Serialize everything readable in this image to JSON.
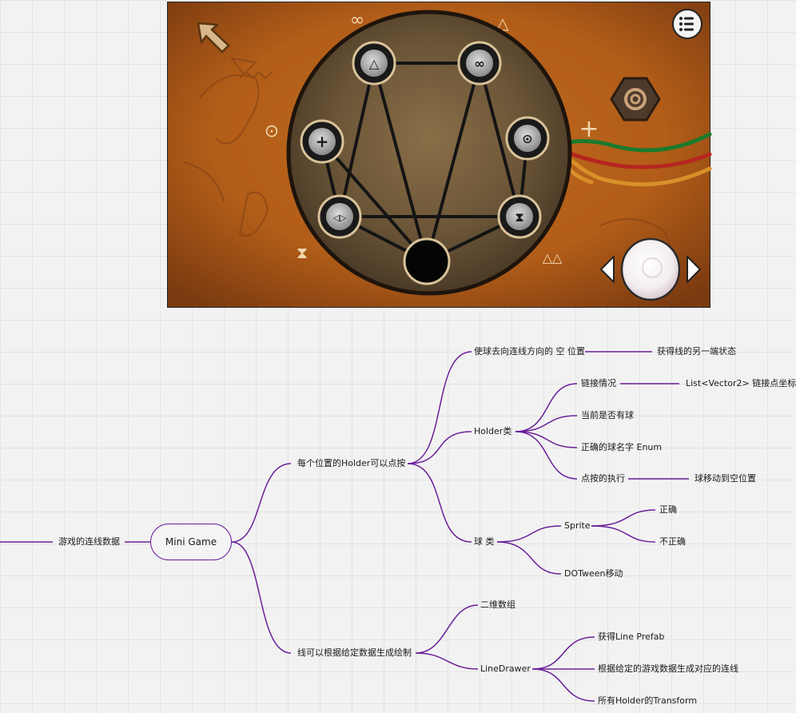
{
  "game": {
    "holder_icons": [
      "△",
      "∞",
      "+",
      "⊙",
      "◁▷",
      "⧗",
      ""
    ],
    "doodle_symbols": [
      "∞",
      "△",
      "⊙",
      "+",
      "⧗",
      "△△"
    ],
    "menu_icon": "list-menu-icon",
    "back_icon": "arrow-back-icon",
    "gear_icon": "gear-icon",
    "nav_left_icon": "triangle-left-icon",
    "nav_right_icon": "triangle-right-icon",
    "colors": {
      "background": "#c0651a",
      "disc": "#6e5a3e",
      "wire_green": "#1c7a2c",
      "wire_red": "#b5261e",
      "wire_orange": "#d8902a"
    }
  },
  "mindmap": {
    "incoming": "游戏的连线数据",
    "root": "Mini Game",
    "branch_holder_tap": "每个位置的Holder可以点按",
    "ball_move_empty": "使球去向连线方向的 空 位置",
    "get_line_other_end": "获得线的另一端状态",
    "holder_class": "Holder类",
    "link_status": "链接情况",
    "link_points": "List<Vector2> 链接点坐标",
    "has_ball": "当前是否有球",
    "ball_name_enum": "正确的球名字 Enum",
    "tap_execute": "点按的执行",
    "ball_to_empty": "球移动到空位置",
    "ball_class": "球 类",
    "sprite": "Sprite",
    "correct": "正确",
    "incorrect": "不正确",
    "dotween": "DOTween移动",
    "branch_lines": "线可以根据给定数据生成绘制",
    "array_2d": "二维数组",
    "line_drawer": "LineDrawer",
    "get_prefab": "获得Line Prefab",
    "generate_lines": "根据给定的游戏数据生成对应的连线",
    "all_holder_transform": "所有Holder的Transform",
    "line_color": "#6a1f9a"
  }
}
